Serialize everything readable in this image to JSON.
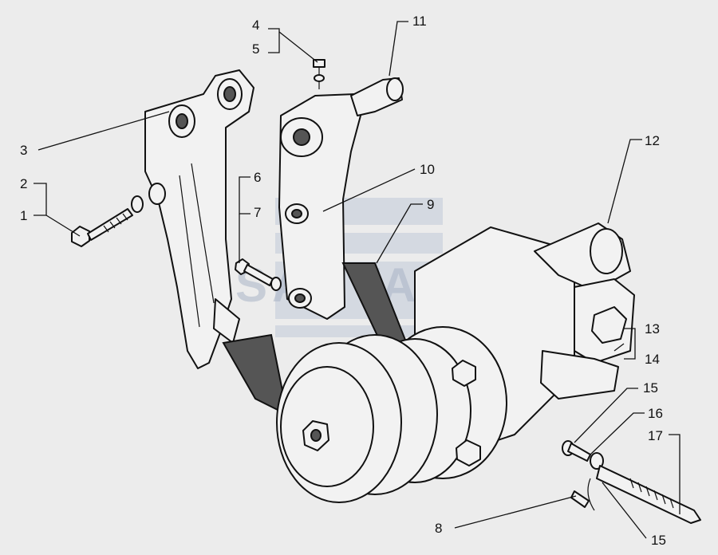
{
  "diagram": {
    "watermark_text": "SANTAL",
    "callouts": {
      "c1": "1",
      "c2": "2",
      "c3": "3",
      "c4": "4",
      "c5": "5",
      "c6": "6",
      "c7": "7",
      "c8": "8",
      "c9": "9",
      "c10": "10",
      "c11": "11",
      "c12": "12",
      "c13": "13",
      "c14": "14",
      "c15a": "15",
      "c15b": "15",
      "c16": "16",
      "c17": "17"
    }
  },
  "colors": {
    "background": "#ececec",
    "ink": "#111111",
    "watermark": "#a9b4c6"
  }
}
